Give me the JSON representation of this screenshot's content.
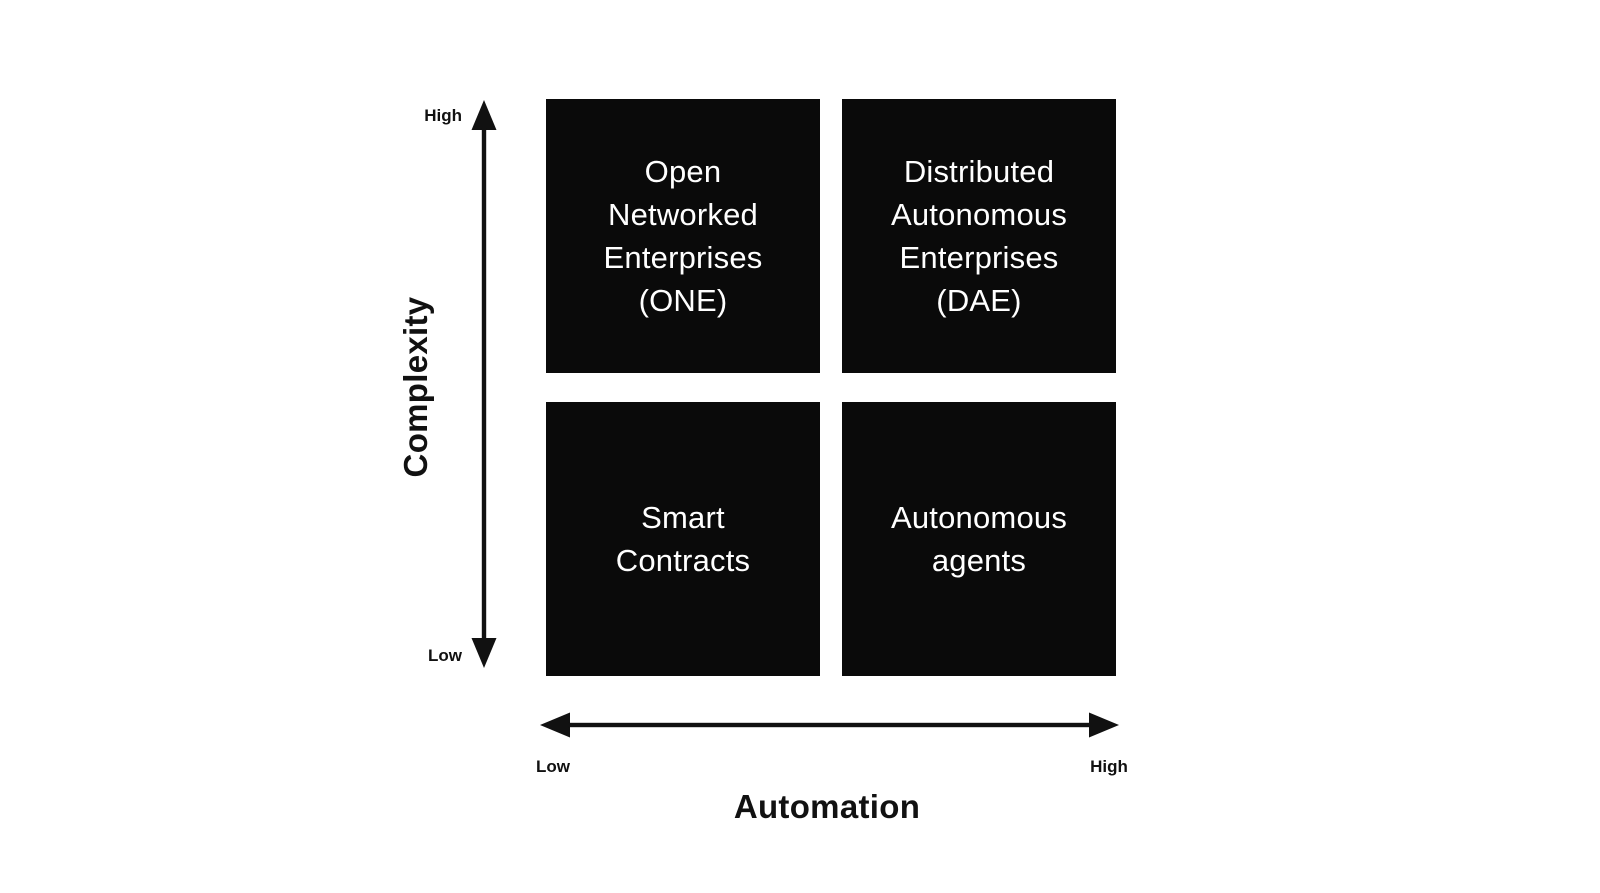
{
  "diagram": {
    "type": "2x2-quadrant-matrix",
    "colors": {
      "background": "#ffffff",
      "quadrant_fill": "#0a0a0a",
      "quadrant_text": "#ffffff",
      "axis_color": "#111111"
    }
  },
  "axes": {
    "y": {
      "title": "Complexity",
      "high_label": "High",
      "low_label": "Low",
      "arrow": "double-headed-vertical"
    },
    "x": {
      "title": "Automation",
      "low_label": "Low",
      "high_label": "High",
      "arrow": "double-headed-horizontal"
    }
  },
  "matrix": {
    "quadrants": [
      {
        "position": "top-left",
        "complexity": "High",
        "automation": "Low",
        "label": "Open\nNetworked\nEnterprises\n(ONE)"
      },
      {
        "position": "top-right",
        "complexity": "High",
        "automation": "High",
        "label": "Distributed\nAutonomous\nEnterprises\n(DAE)"
      },
      {
        "position": "bottom-left",
        "complexity": "Low",
        "automation": "Low",
        "label": "Smart\nContracts"
      },
      {
        "position": "bottom-right",
        "complexity": "Low",
        "automation": "High",
        "label": "Autonomous\nagents"
      }
    ]
  }
}
